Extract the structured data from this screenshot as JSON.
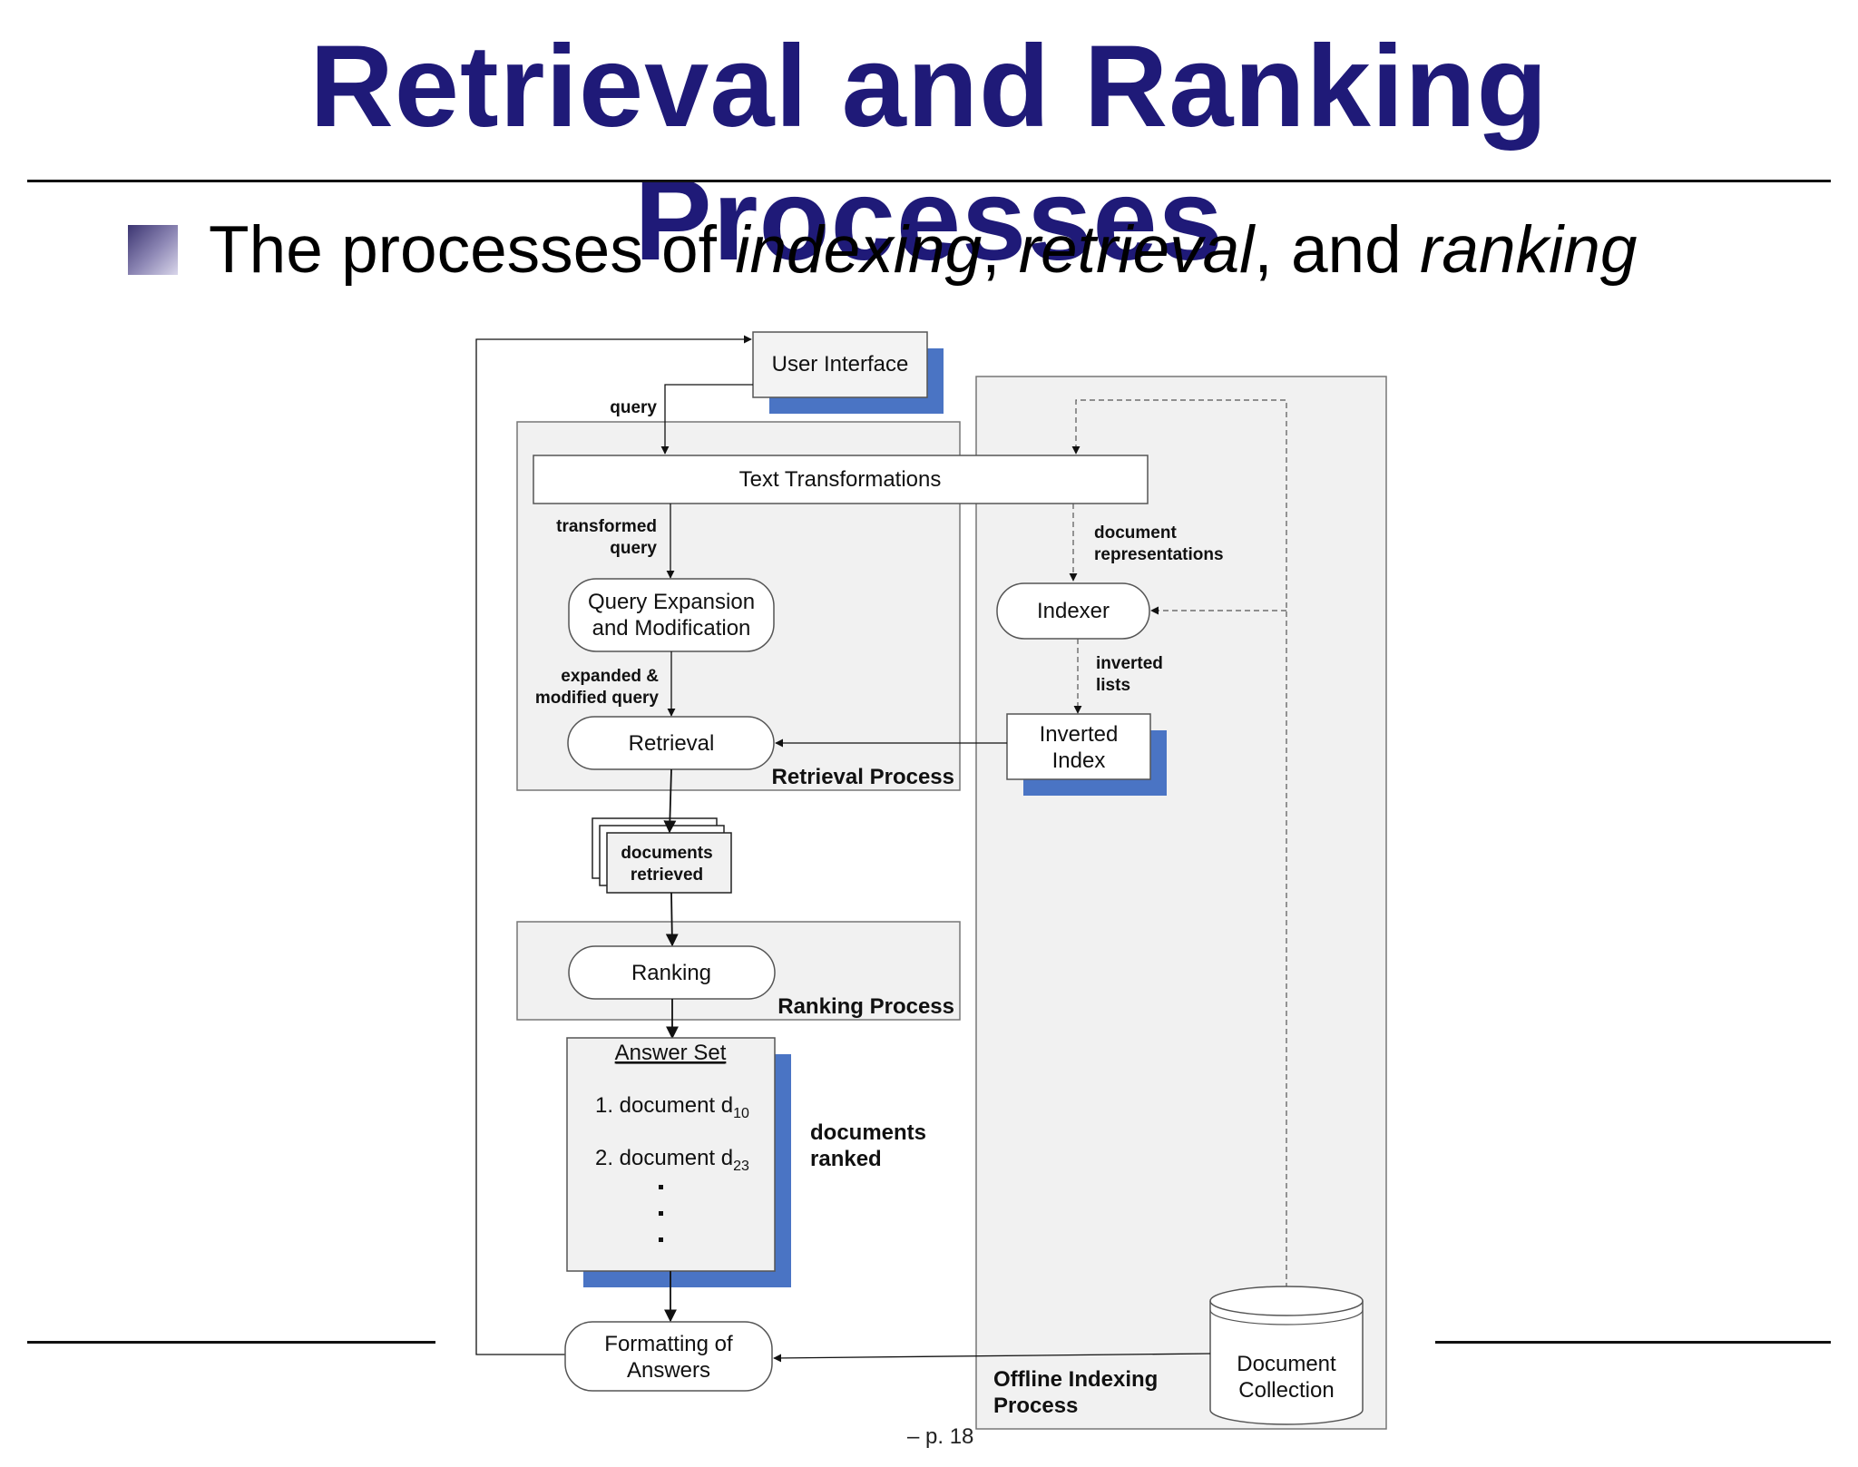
{
  "title": "Retrieval and Ranking Processes",
  "bullet": {
    "prefix": "The processes of ",
    "term1": "indexing",
    "sep1": ", ",
    "term2": "retrieval",
    "sep2": ", and ",
    "term3": "ranking"
  },
  "page_number": "– p. 18",
  "diagram": {
    "user_interface": "User Interface",
    "query_label": "query",
    "text_transformations": "Text Transformations",
    "transformed_query": [
      "transformed",
      "query"
    ],
    "query_expansion": [
      "Query Expansion",
      "and Modification"
    ],
    "expanded_query": [
      "expanded &",
      "modified query"
    ],
    "retrieval": "Retrieval",
    "retrieval_process": "Retrieval Process",
    "documents_retrieved": [
      "documents",
      "retrieved"
    ],
    "ranking": "Ranking",
    "ranking_process": "Ranking Process",
    "answer_set": {
      "title": "Answer Set",
      "item1": "1. document d",
      "item1_sub": "10",
      "item2": "2. document d",
      "item2_sub": "23"
    },
    "documents_ranked": [
      "documents",
      "ranked"
    ],
    "formatting": [
      "Formatting of",
      "Answers"
    ],
    "document_representations": [
      "document",
      "representations"
    ],
    "indexer": "Indexer",
    "inverted_lists": [
      "inverted",
      "lists"
    ],
    "inverted_index": [
      "Inverted",
      "Index"
    ],
    "offline_indexing": [
      "Offline Indexing",
      "Process"
    ],
    "document_collection": [
      "Document",
      "Collection"
    ]
  },
  "colors": {
    "title": "#1f1a78",
    "shadow_blue": "#4a74c4",
    "panel_gray": "#f1f1f1"
  }
}
